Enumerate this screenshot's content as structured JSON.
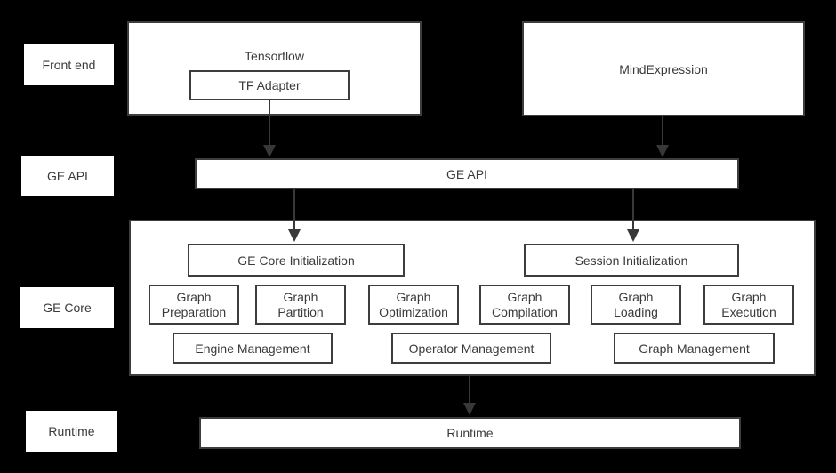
{
  "colors": {
    "background": "#000000",
    "box_fill": "#ffffff",
    "box_border": "#3d3d3d",
    "text": "#3a3a3a",
    "arrow": "#383838"
  },
  "side_labels": {
    "front_end": "Front end",
    "ge_api": "GE API",
    "ge_core": "GE Core",
    "runtime": "Runtime"
  },
  "front_end": {
    "tensorflow_title": "Tensorflow",
    "tf_adapter": "TF Adapter",
    "mind_expression": "MindExpression"
  },
  "ge_api": {
    "label": "GE API"
  },
  "ge_core": {
    "init_boxes": [
      {
        "label": "GE Core Initialization"
      },
      {
        "label": "Session Initialization"
      }
    ],
    "stages": [
      {
        "line1": "Graph",
        "line2": "Preparation"
      },
      {
        "line1": "Graph",
        "line2": "Partition"
      },
      {
        "line1": "Graph",
        "line2": "Optimization"
      },
      {
        "line1": "Graph",
        "line2": "Compilation"
      },
      {
        "line1": "Graph",
        "line2": "Loading"
      },
      {
        "line1": "Graph",
        "line2": "Execution"
      }
    ],
    "management": [
      {
        "label": "Engine Management"
      },
      {
        "label": "Operator Management"
      },
      {
        "label": "Graph Management"
      }
    ]
  },
  "runtime": {
    "label": "Runtime"
  }
}
